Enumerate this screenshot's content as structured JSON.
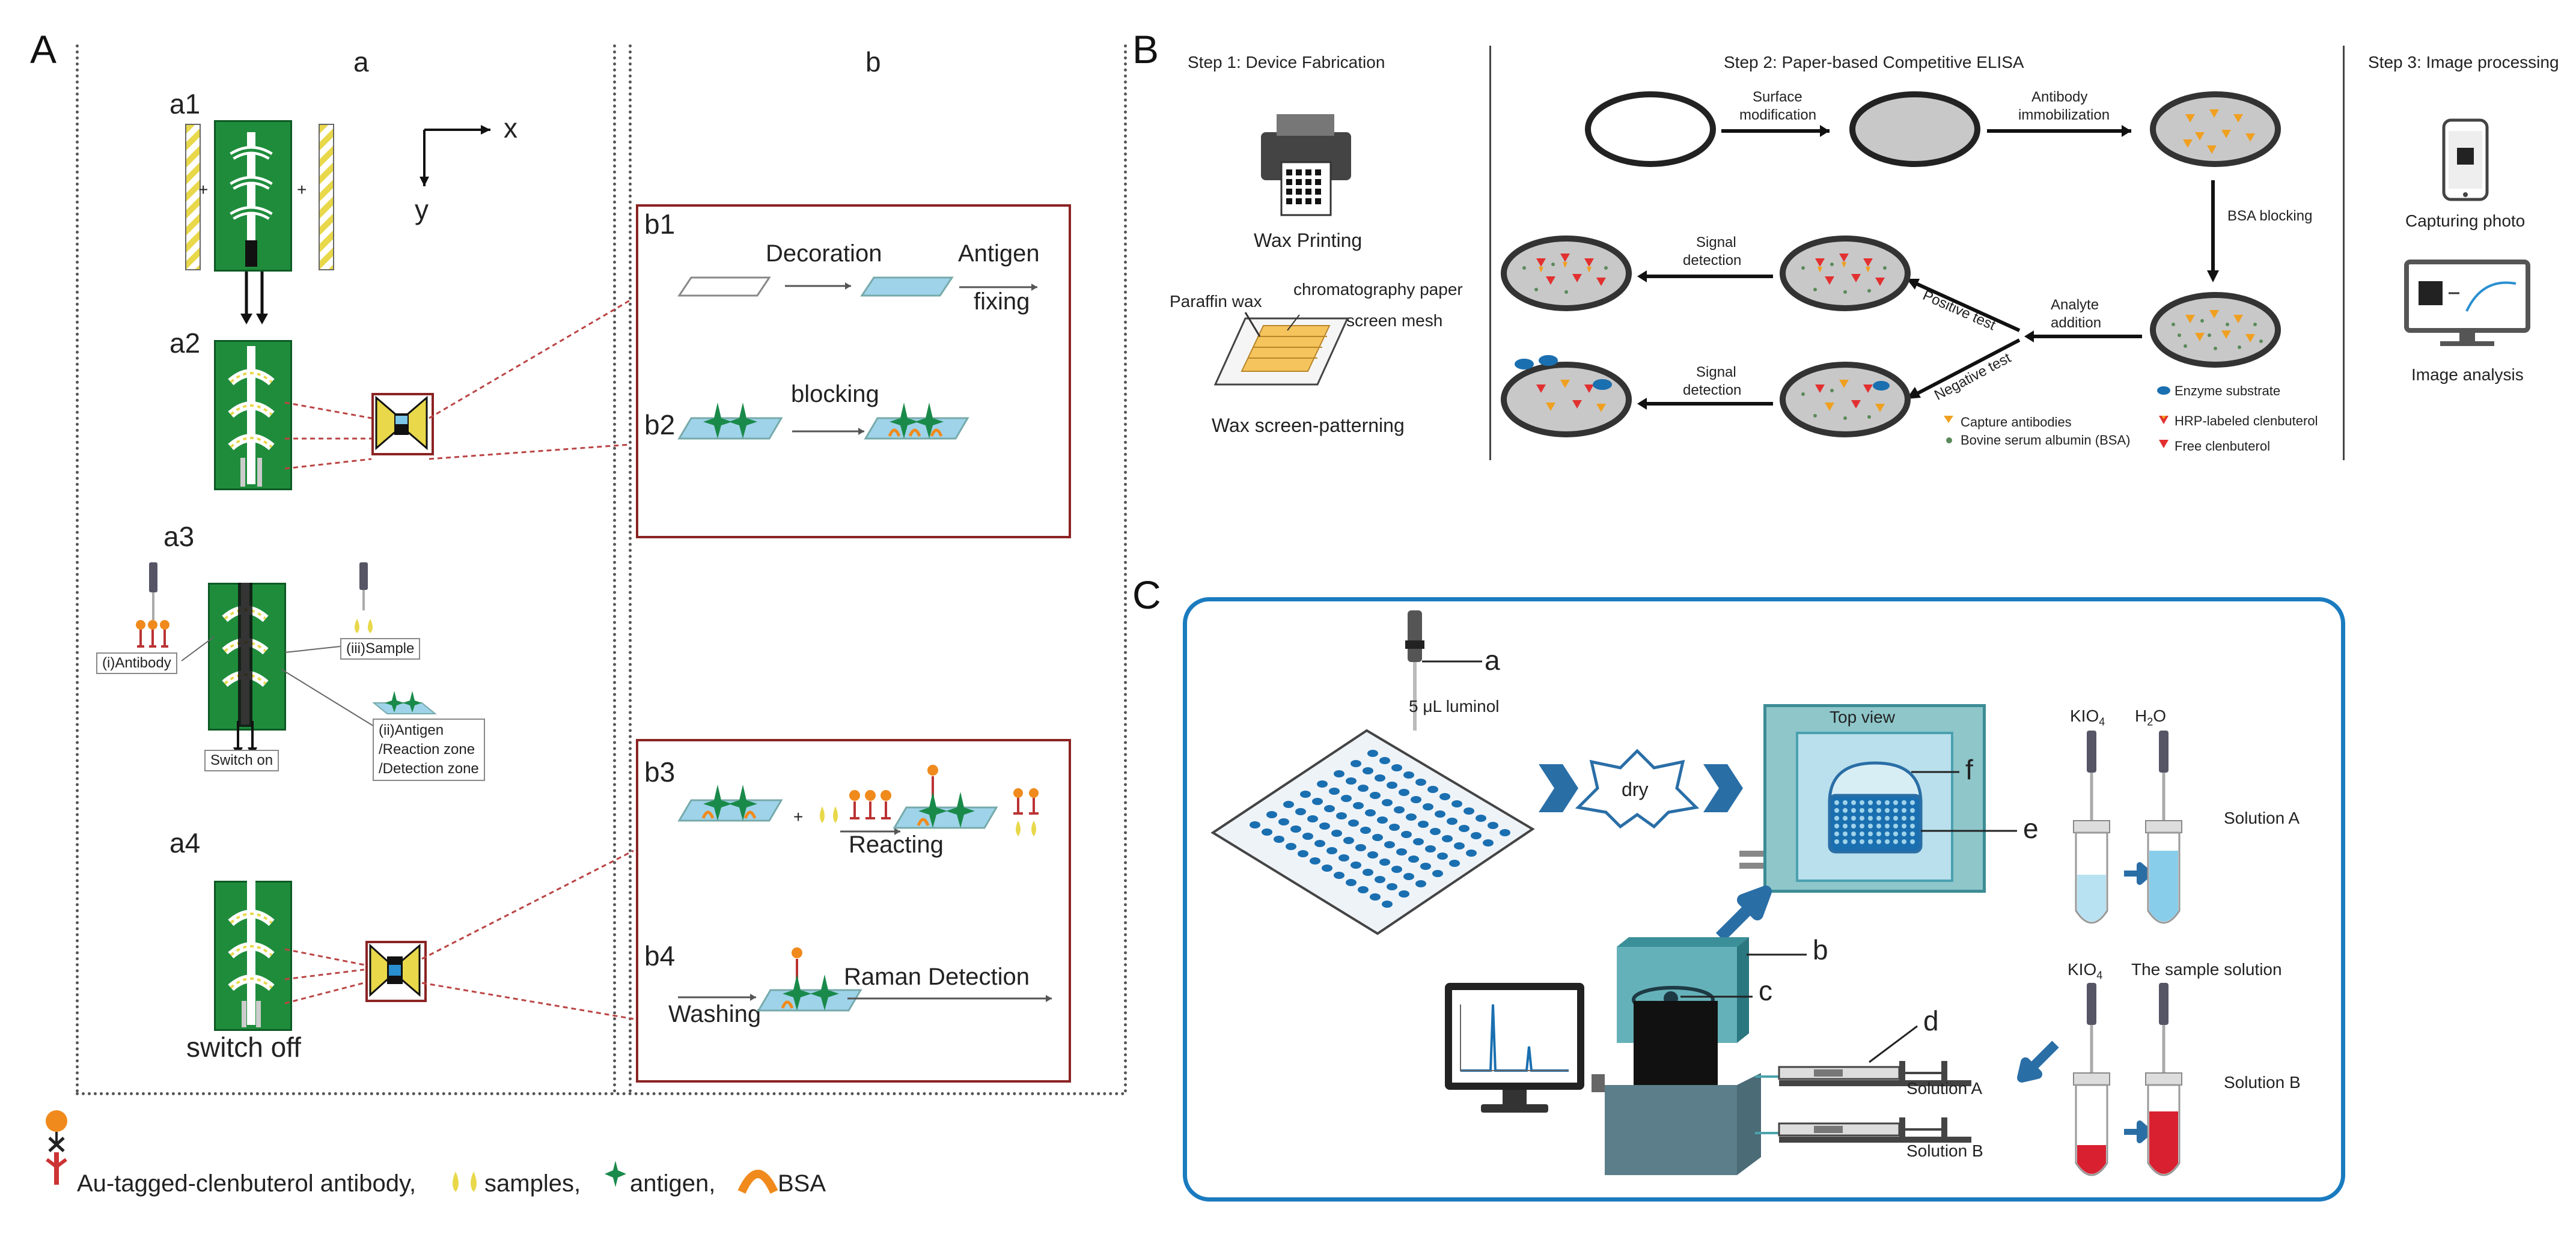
{
  "panel_letters": {
    "A": "A",
    "B": "B",
    "C": "C"
  },
  "panel_A": {
    "col_a": "a",
    "col_b": "b",
    "axis_x": "x",
    "axis_y": "y",
    "a1": "a1",
    "a2": "a2",
    "a3": "a3",
    "a4": "a4",
    "plus": "+",
    "antibody": "(i)Antibody",
    "sample": "(iii)Sample",
    "antigen_zone": "(ii)Antigen",
    "reaction_zone": "/Reaction zone",
    "detection_zone": "/Detection zone",
    "switch_on": "Switch on",
    "switch_off": "switch off",
    "b1": "b1",
    "b2": "b2",
    "b3": "b3",
    "b4": "b4",
    "decoration": "Decoration",
    "antigen": "Antigen",
    "fixing": "fixing",
    "blocking": "blocking",
    "reacting": "Reacting",
    "washing": "Washing",
    "raman": "Raman Detection",
    "legend_antibody": "Au-tagged-clenbuterol antibody,",
    "legend_samples": "samples,",
    "legend_antigen": "antigen,",
    "legend_bsa": "BSA"
  },
  "panel_B": {
    "step1": "Step 1: Device Fabrication",
    "step2": "Step 2: Paper-based Competitive ELISA",
    "step3": "Step 3: Image processing",
    "wax_printing": "Wax Printing",
    "paraffin_wax": "Paraffin wax",
    "chromatography_paper": "chromatography paper",
    "screen_mesh": "screen mesh",
    "wax_screen": "Wax screen-patterning",
    "surface_mod_1": "Surface",
    "surface_mod_2": "modification",
    "antibody_imm_1": "Antibody",
    "antibody_imm_2": "immobilization",
    "bsa_blocking": "BSA blocking",
    "analyte_1": "Analyte",
    "analyte_2": "addition",
    "positive_test": "Positive test",
    "negative_test": "Negative test",
    "signal_1": "Signal",
    "signal_2": "detection",
    "legend_capture": "Capture antibodies",
    "legend_bsa": "Bovine serum albumin (BSA)",
    "legend_enzyme": "Enzyme substrate",
    "legend_hrp": "HRP-labeled clenbuterol",
    "legend_free": "Free clenbuterol",
    "capturing": "Capturing photo",
    "image_analysis": "Image analysis"
  },
  "panel_C": {
    "a": "a",
    "b": "b",
    "c": "c",
    "d": "d",
    "e": "e",
    "f": "f",
    "luminol": "5 μL luminol",
    "dry": "dry",
    "top_view": "Top view",
    "kio4": "KIO",
    "kio4_sub": "4",
    "h2o_h": "H",
    "h2o_sub": "2",
    "h2o_o": "O",
    "solution_a": "Solution A",
    "solution_b": "Solution B",
    "sample_solution": "The sample solution",
    "solution_a_pump": "Solution A",
    "solution_b_pump": "Solution B"
  },
  "colors": {
    "chip_green": "#1f8c3c",
    "red_box": "#8b2323",
    "panel_c_border": "#1a7bbf",
    "well_blue": "#1a6fb0",
    "arrow_blue": "#2a6ea6"
  }
}
